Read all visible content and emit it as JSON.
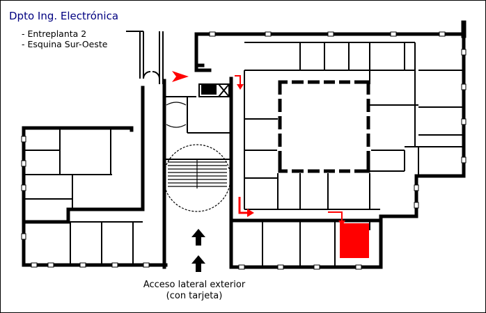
{
  "map": {
    "title": "Dpto Ing. Electrónica",
    "notes": [
      "- Entreplanta 2",
      "- Esquina Sur-Oeste"
    ],
    "caption": [
      "Acceso lateral exterior",
      "(con tarjeta)"
    ],
    "target_room": "highlighted-room",
    "colors": {
      "title": "#000080",
      "walls": "#000000",
      "arrows": "#ff0000",
      "highlight": "#ff0000",
      "background": "#ffffff"
    }
  }
}
